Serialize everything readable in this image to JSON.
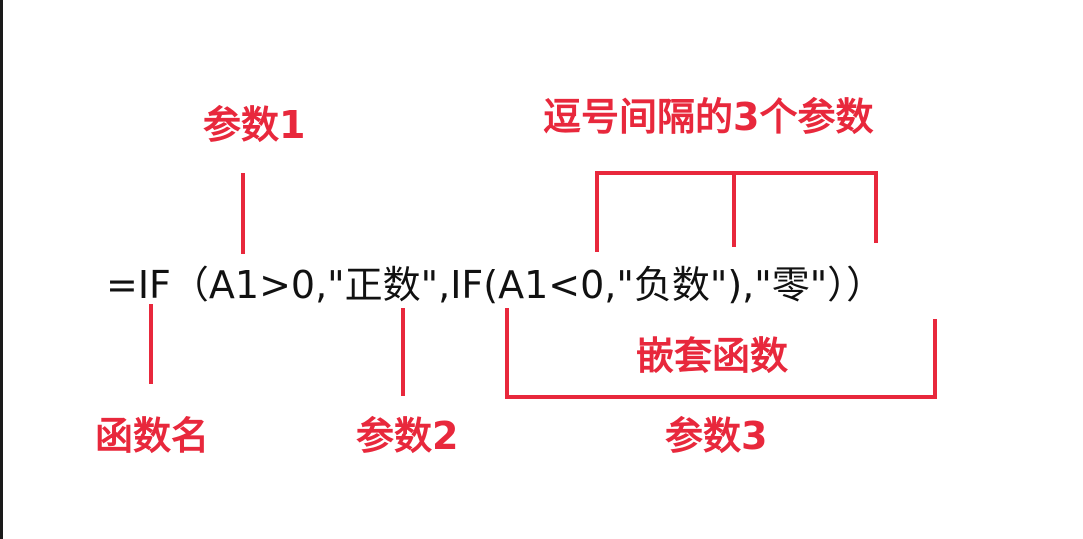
{
  "formula": "=IF（A1>0,\"正数\",IF(A1<0,\"负数\"),\"零\"））",
  "labels": {
    "param1": "参数1",
    "param2": "参数2",
    "param3": "参数3",
    "func_name": "函数名",
    "three_params": "逗号间隔的3个参数",
    "nested": "嵌套函数"
  },
  "colors": {
    "annotation": "#e8283c",
    "text": "#111111"
  }
}
